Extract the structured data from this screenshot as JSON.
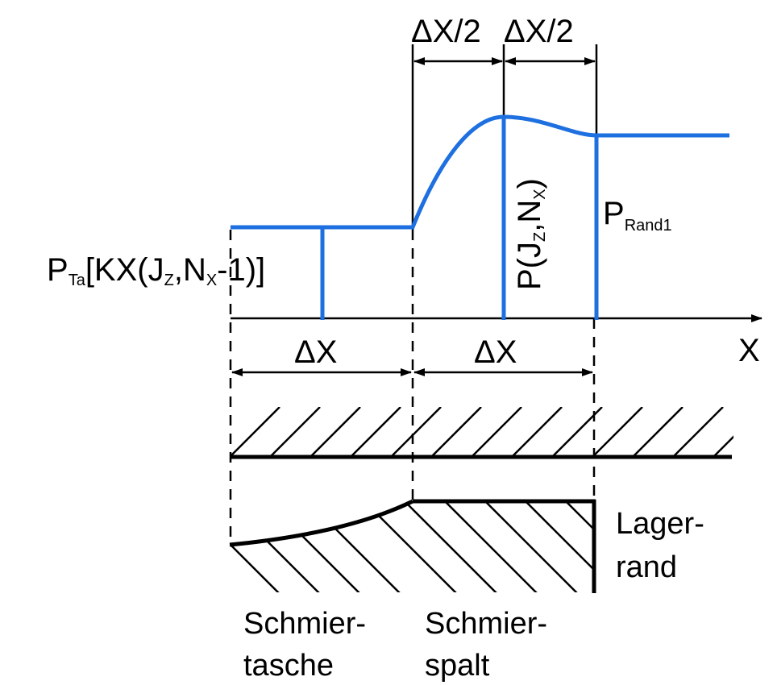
{
  "labels": {
    "dx_half_left": "ΔX/2",
    "dx_half_right": "ΔX/2",
    "dx_left": "ΔX",
    "dx_right": "ΔX",
    "x_axis": "X",
    "p_ta_main": "P",
    "p_ta_sub": "Ta",
    "p_ta_rest": "[KX(J",
    "p_ta_z": "Z",
    "p_ta_n": ",N",
    "p_ta_x": "X",
    "p_ta_end": "-1)]",
    "p_mid_main": "P(J",
    "p_mid_z": "Z",
    "p_mid_n": ",N",
    "p_mid_x": "X",
    "p_mid_end": ")",
    "p_rand_main": "P",
    "p_rand_sub": "Rand1",
    "lager_1": "Lager-",
    "lager_2": "rand",
    "tasche_1": "Schmier-",
    "tasche_2": "tasche",
    "spalt_1": "Schmier-",
    "spalt_2": "spalt"
  },
  "colors": {
    "pressure_curve": "#1e6fe0",
    "ink": "#000000"
  }
}
